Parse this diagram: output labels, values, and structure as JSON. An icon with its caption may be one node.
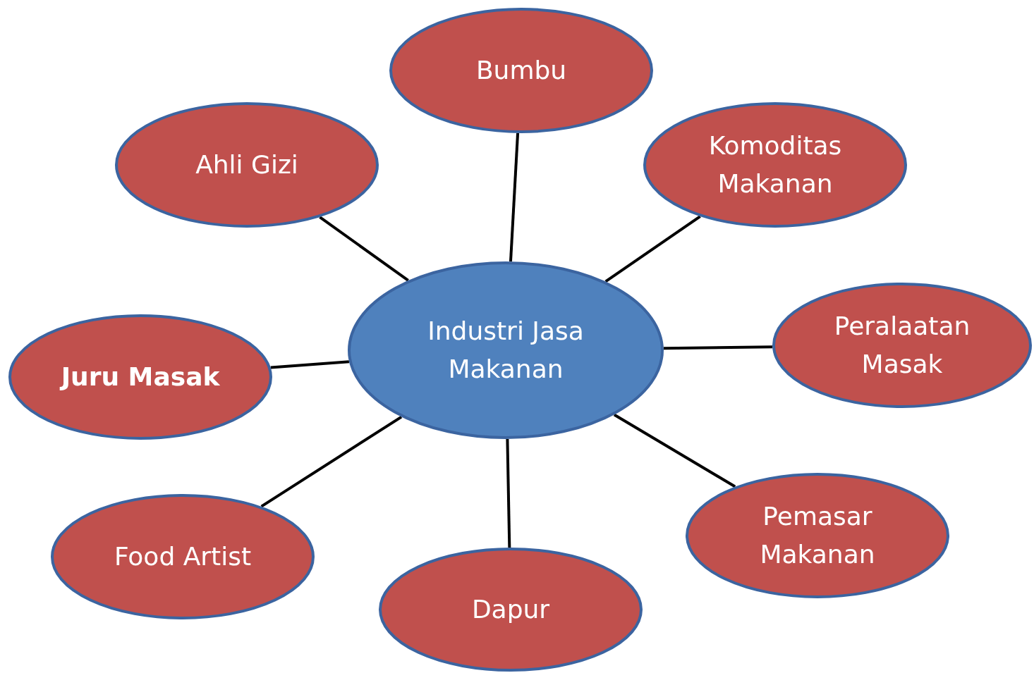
{
  "diagram": {
    "nodes": [
      {
        "text": [
          "Industri Jasa Makanan"
        ]
      },
      {
        "text": [
          "Bumbu"
        ]
      },
      {
        "text": [
          "Ahli Gizi"
        ]
      },
      {
        "text": [
          "Komoditas Makanan"
        ]
      },
      {
        "text": [
          "Juru Masak"
        ]
      },
      {
        "text": [
          "Peralaatan Masak"
        ]
      },
      {
        "text": [
          "Food Artist"
        ]
      },
      {
        "text": [
          "Dapur"
        ]
      },
      {
        "text": [
          "Pemasar Makanan"
        ]
      }
    ],
    "edges": [
      {
        "from": 0,
        "to": 1,
        "arrow": "none"
      },
      {
        "from": 0,
        "to": 2,
        "arrow": "none"
      },
      {
        "from": 0,
        "to": 3,
        "arrow": "none"
      },
      {
        "from": 0,
        "to": 4,
        "arrow": "none"
      },
      {
        "from": 0,
        "to": 5,
        "arrow": "none"
      },
      {
        "from": 0,
        "to": 6,
        "arrow": "none"
      },
      {
        "from": 0,
        "to": 7,
        "arrow": "none"
      },
      {
        "from": 0,
        "to": 8,
        "arrow": "none"
      }
    ]
  }
}
